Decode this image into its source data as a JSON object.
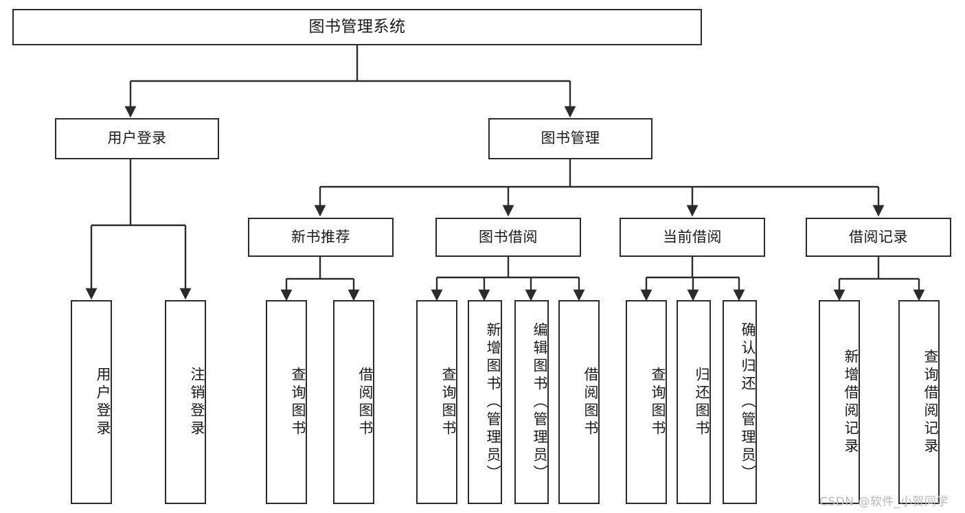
{
  "diagram": {
    "title": "图书管理系统",
    "watermark": "CSDN @软件_小贺同学",
    "colors": {
      "box_border": "#2b2b2b",
      "box_fill": "#ffffff",
      "edge": "#2b2b2b",
      "text": "#1a1a1a",
      "watermark": "#b9b9b9",
      "background": "#ffffff"
    },
    "levels": {
      "root": {
        "label": "图书管理系统"
      },
      "level2": [
        {
          "label": "用户登录"
        },
        {
          "label": "图书管理"
        }
      ],
      "level3": [
        {
          "label": "新书推荐"
        },
        {
          "label": "图书借阅"
        },
        {
          "label": "当前借阅"
        },
        {
          "label": "借阅记录"
        }
      ],
      "leaves": [
        {
          "label": "用户登录",
          "parent": "用户登录"
        },
        {
          "label": "注销登录",
          "parent": "用户登录"
        },
        {
          "label": "查询图书",
          "parent": "新书推荐"
        },
        {
          "label": "借阅图书",
          "parent": "新书推荐"
        },
        {
          "label": "查询图书",
          "parent": "图书借阅"
        },
        {
          "label": "新增图书（管理员）",
          "parent": "图书借阅"
        },
        {
          "label": "编辑图书（管理员）",
          "parent": "图书借阅"
        },
        {
          "label": "借阅图书",
          "parent": "图书借阅"
        },
        {
          "label": "查询图书",
          "parent": "当前借阅"
        },
        {
          "label": "归还图书",
          "parent": "当前借阅"
        },
        {
          "label": "确认归还（管理员）",
          "parent": "当前借阅"
        },
        {
          "label": "新增借阅记录",
          "parent": "借阅记录"
        },
        {
          "label": "查询借阅记录",
          "parent": "借阅记录"
        }
      ]
    }
  }
}
